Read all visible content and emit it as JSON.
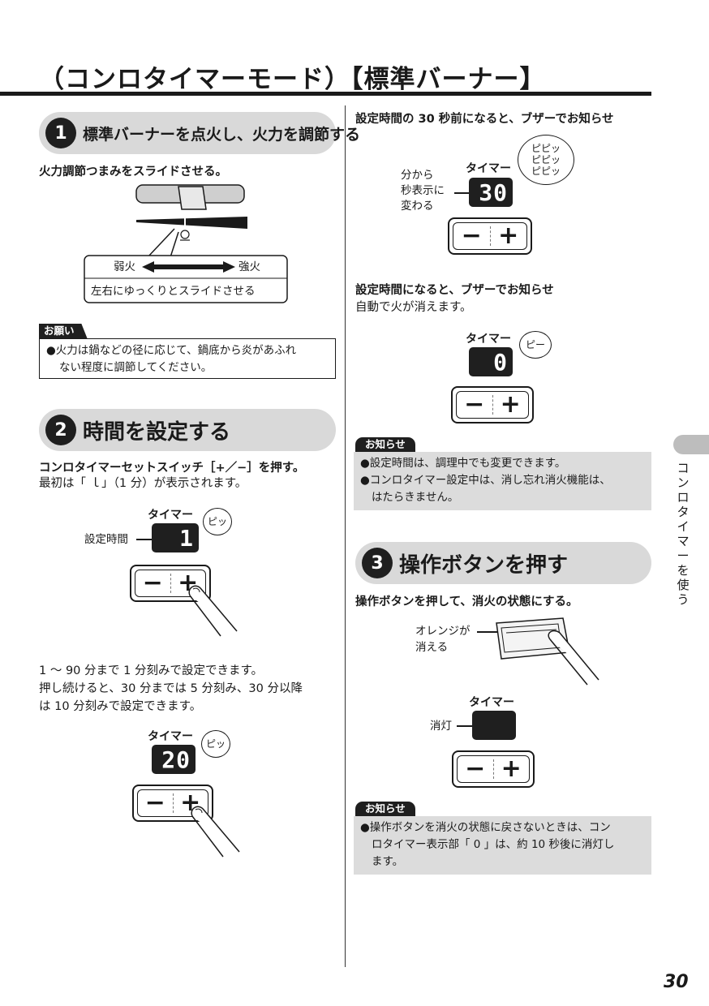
{
  "page": {
    "title": "（コンロタイマーモード）【標準バーナー】",
    "side_tab": "コンロタイマーを使う",
    "page_number": "30"
  },
  "step1": {
    "number": "1",
    "title": "標準バーナーを点火し、火力を調節する",
    "instruction": "火力調節つまみをスライドさせる。",
    "weak_label": "弱火",
    "strong_label": "強火",
    "slide_note": "左右にゆっくりとスライドさせる",
    "request_tag": "お願い",
    "request_lines": [
      "●火力は鍋などの径に応じて、鍋底から炎があふれ",
      "ない程度に調節してください。"
    ]
  },
  "step2": {
    "number": "2",
    "title": "時間を設定する",
    "instruction": "コンロタイマーセットスイッチ［+／−］を押す。",
    "sub": "最初は「 ｌ」（1 分）が表示されます。",
    "timer_label": "タイマー",
    "setting_label": "設定時間",
    "display1": "1",
    "beep1": "ピッ",
    "minus": "−",
    "plus": "+",
    "para_lines": [
      "1 ～ 90 分まで 1 分刻みで設定できます。",
      "押し続けると、30 分までは 5 分刻み、30 分以降",
      "は 10 分刻みで設定できます。"
    ],
    "display2": "20",
    "beep2": "ピッ"
  },
  "right": {
    "section_a_title": "設定時間の 30 秒前になると、ブザーでお知らせ",
    "timer_label": "タイマー",
    "change_label": [
      "分から",
      "秒表示に",
      "変わる"
    ],
    "display_a": "30",
    "beep_a": [
      "ピピッ",
      "ピピッ",
      "ピピッ"
    ],
    "section_b_title": "設定時間になると、ブザーでお知らせ",
    "section_b_sub": "自動で火が消えます。",
    "display_b": "0",
    "beep_b": "ピー",
    "info_tag": "お知らせ",
    "info1_lines": [
      "●設定時間は、調理中でも変更できます。",
      "●コンロタイマー設定中は、消し忘れ消火機能は、",
      "はたらきません。"
    ],
    "minus": "−",
    "plus": "+"
  },
  "step3": {
    "number": "3",
    "title": "操作ボタンを押す",
    "instruction": "操作ボタンを押して、消火の状態にする。",
    "orange_label": [
      "オレンジが",
      "消える"
    ],
    "timer_label": "タイマー",
    "off_label": "消灯",
    "info_tag": "お知らせ",
    "info2_lines": [
      "●操作ボタンを消火の状態に戻さないときは、コン",
      "ロタイマー表示部「 0 」は、約 10 秒後に消灯し",
      "ます。"
    ]
  }
}
